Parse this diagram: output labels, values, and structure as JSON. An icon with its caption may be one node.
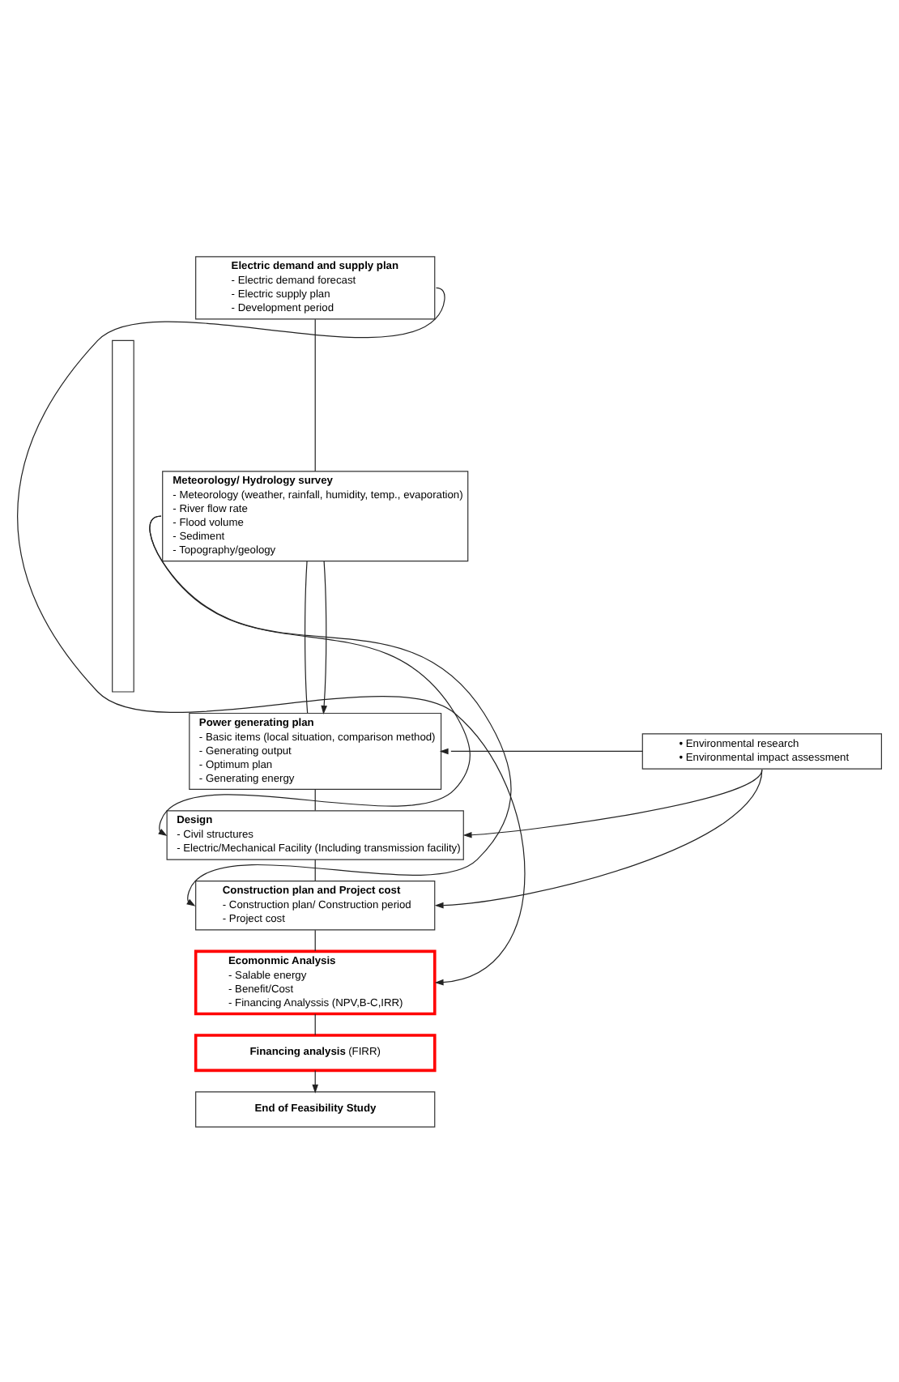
{
  "diagram": {
    "nodes": [
      {
        "text": [
          "Electric demand and supply plan",
          "- Electric demand forecast",
          "- Electric supply plan",
          "- Development period"
        ]
      },
      {
        "text": [
          "Meteorology/ Hydrology survey",
          "- Meteorology (weather, rainfall, humidity, temp., evaporation)",
          "- River flow rate",
          "- Flood volume",
          "- Sediment",
          "- Topography/geology"
        ]
      },
      {
        "text": [
          "Power generating plan",
          "- Basic items (local situation, comparison method)",
          "- Generating output",
          "- Optimum plan",
          "- Generating energy"
        ]
      },
      {
        "text": [
          "• Environmental research",
          "• Environmental impact assessment"
        ]
      },
      {
        "text": [
          "Design",
          "- Civil structures",
          "- Electric/Mechanical Facility (Including transmission facility)"
        ]
      },
      {
        "text": [
          "Construction plan and Project cost",
          "- Construction plan/ Construction period",
          "- Project cost"
        ]
      },
      {
        "text": [
          "Ecomonmic Analysis",
          "- Salable energy",
          "- Benefit/Cost",
          "- Financing Analyssis (NPV,B-C,IRR)"
        ]
      },
      {
        "text": [
          "**Financing analysis** (FIRR)"
        ]
      },
      {
        "text": [
          "End of Feasibility Study"
        ]
      },
      {
        "text": [],
        "shape": "box"
      }
    ],
    "edges": [
      {
        "from": 0,
        "to": 1,
        "arrow": "none"
      },
      {
        "from": 1,
        "to": 2,
        "arrow": "none"
      },
      {
        "from": 2,
        "to": 4,
        "arrow": "none"
      },
      {
        "from": 4,
        "to": 5,
        "arrow": "none"
      },
      {
        "from": 5,
        "to": 6,
        "arrow": "none"
      },
      {
        "from": 0,
        "to": 6,
        "arrow": "to"
      },
      {
        "from": 1,
        "to": 2,
        "arrow": "to"
      },
      {
        "from": 1,
        "to": 4,
        "arrow": "to"
      },
      {
        "from": 1,
        "to": 5,
        "arrow": "to"
      },
      {
        "from": 3,
        "to": 2,
        "arrow": "to"
      },
      {
        "from": 3,
        "to": 4,
        "arrow": "to"
      },
      {
        "from": 3,
        "to": 5,
        "arrow": "to"
      },
      {
        "from": 6,
        "to": 7,
        "arrow": "none"
      },
      {
        "from": 7,
        "to": 8,
        "arrow": "to"
      }
    ]
  }
}
